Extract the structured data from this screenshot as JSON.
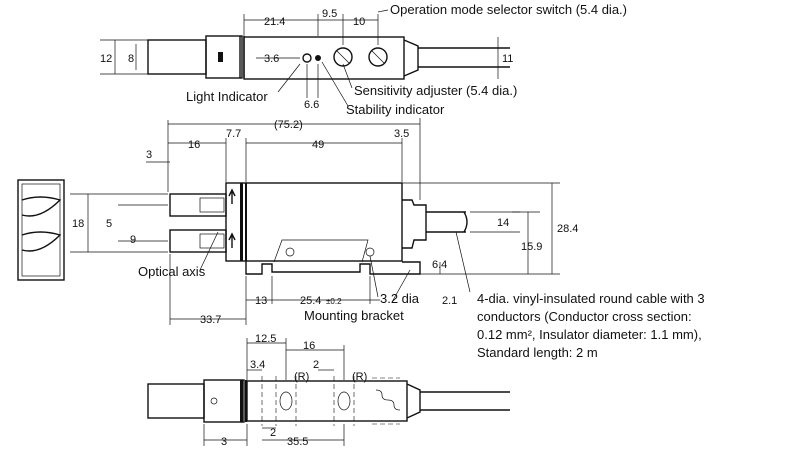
{
  "labels": {
    "operation_switch": "Operation mode selector switch (5.4 dia.)",
    "light_indicator": "Light Indicator",
    "sensitivity_adjuster": "Sensitivity adjuster (5.4 dia.)",
    "stability_indicator": "Stability indicator",
    "optical_axis": "Optical axis",
    "mounting_hole": "3.2 dia",
    "mounting_bracket": "Mounting bracket",
    "cable_line1": "4-dia. vinyl-insulated round cable with 3",
    "cable_line2": "conductors (Conductor cross section:",
    "cable_line3": "0.12 mm², Insulator diameter: 1.1 mm),",
    "cable_line4": "Standard length: 2 m"
  },
  "dims": {
    "top_21_4": "21.4",
    "top_9_5": "9.5",
    "top_10": "10",
    "top_12": "12",
    "top_8": "8",
    "top_3_6": "3.6",
    "top_11": "11",
    "top_6_6": "6.6",
    "mid_75_2": "(75.2)",
    "mid_16": "16",
    "mid_7_7": "7.7",
    "mid_49": "49",
    "mid_3_5": "3.5",
    "mid_3": "3",
    "mid_18": "18",
    "mid_5": "5",
    "mid_9": "9",
    "mid_14": "14",
    "mid_28_4": "28.4",
    "mid_15_9": "15.9",
    "mid_6_4": "6.4",
    "mid_13": "13",
    "mid_25_4": "25.4",
    "mid_tol": "±0.2",
    "mid_2_1": "2.1",
    "mid_33_7": "33.7",
    "bot_12_5": "12.5",
    "bot_16": "16",
    "bot_3_4": "3.4",
    "bot_2a": "2",
    "bot_R1": "(R)",
    "bot_R2": "(R)",
    "bot_3": "3",
    "bot_2b": "2",
    "bot_35_5": "35.5"
  }
}
